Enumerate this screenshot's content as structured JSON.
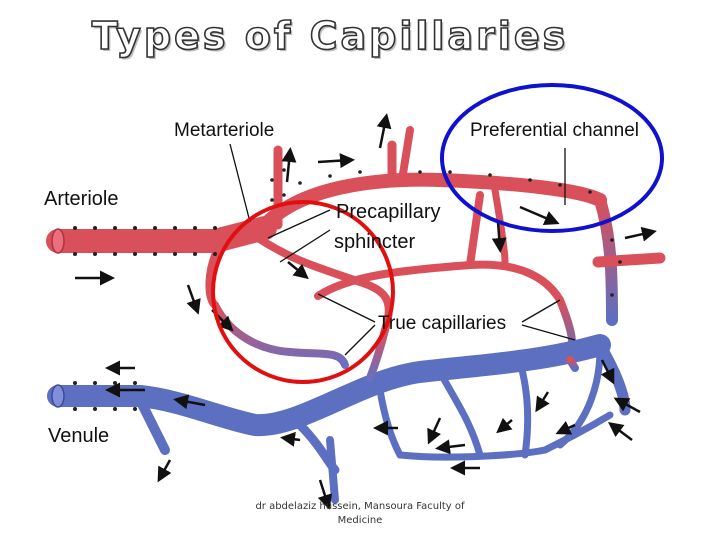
{
  "title": "Types of Capillaries",
  "labels": {
    "metarteriole": "Metarteriole",
    "preferential_channel": "Preferential channel",
    "arteriole": "Arteriole",
    "precapillary_line1": "Precapillary",
    "precapillary_line2": "sphincter",
    "true_capillaries": "True capillaries",
    "venule": "Venule"
  },
  "footer": {
    "line1": "dr abdelaziz hussein, Mansoura Faculty of",
    "line2": "Medicine"
  },
  "colors": {
    "artery": "#d9505a",
    "vein": "#5d6fc0",
    "highlight_red": "#e01010",
    "highlight_blue": "#1010d0"
  }
}
